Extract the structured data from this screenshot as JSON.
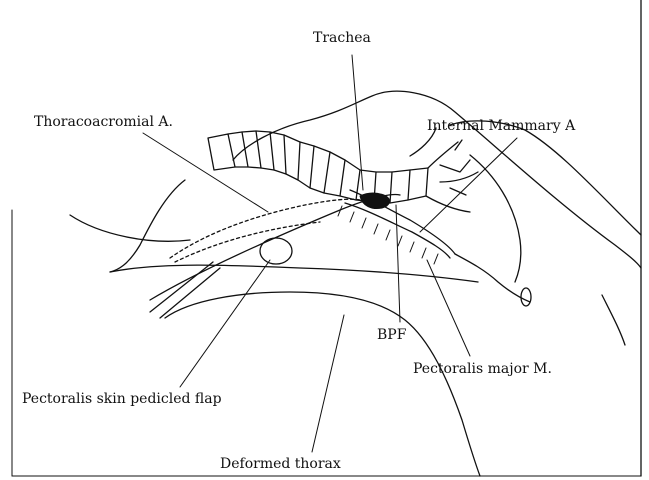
{
  "labels": {
    "trachea": "Trachea",
    "thoracoacromial": "Thoracoacromial A.",
    "internal_mammary": "Internal Mammary A",
    "bpf": "BPF",
    "pectoralis_major": "Pectoralis major M.",
    "pectoralis_flap": "Pectoralis skin pedicled flap",
    "deformed_thorax": "Deformed thorax"
  },
  "colors": {
    "ink": "#111111",
    "background": "#ffffff"
  }
}
